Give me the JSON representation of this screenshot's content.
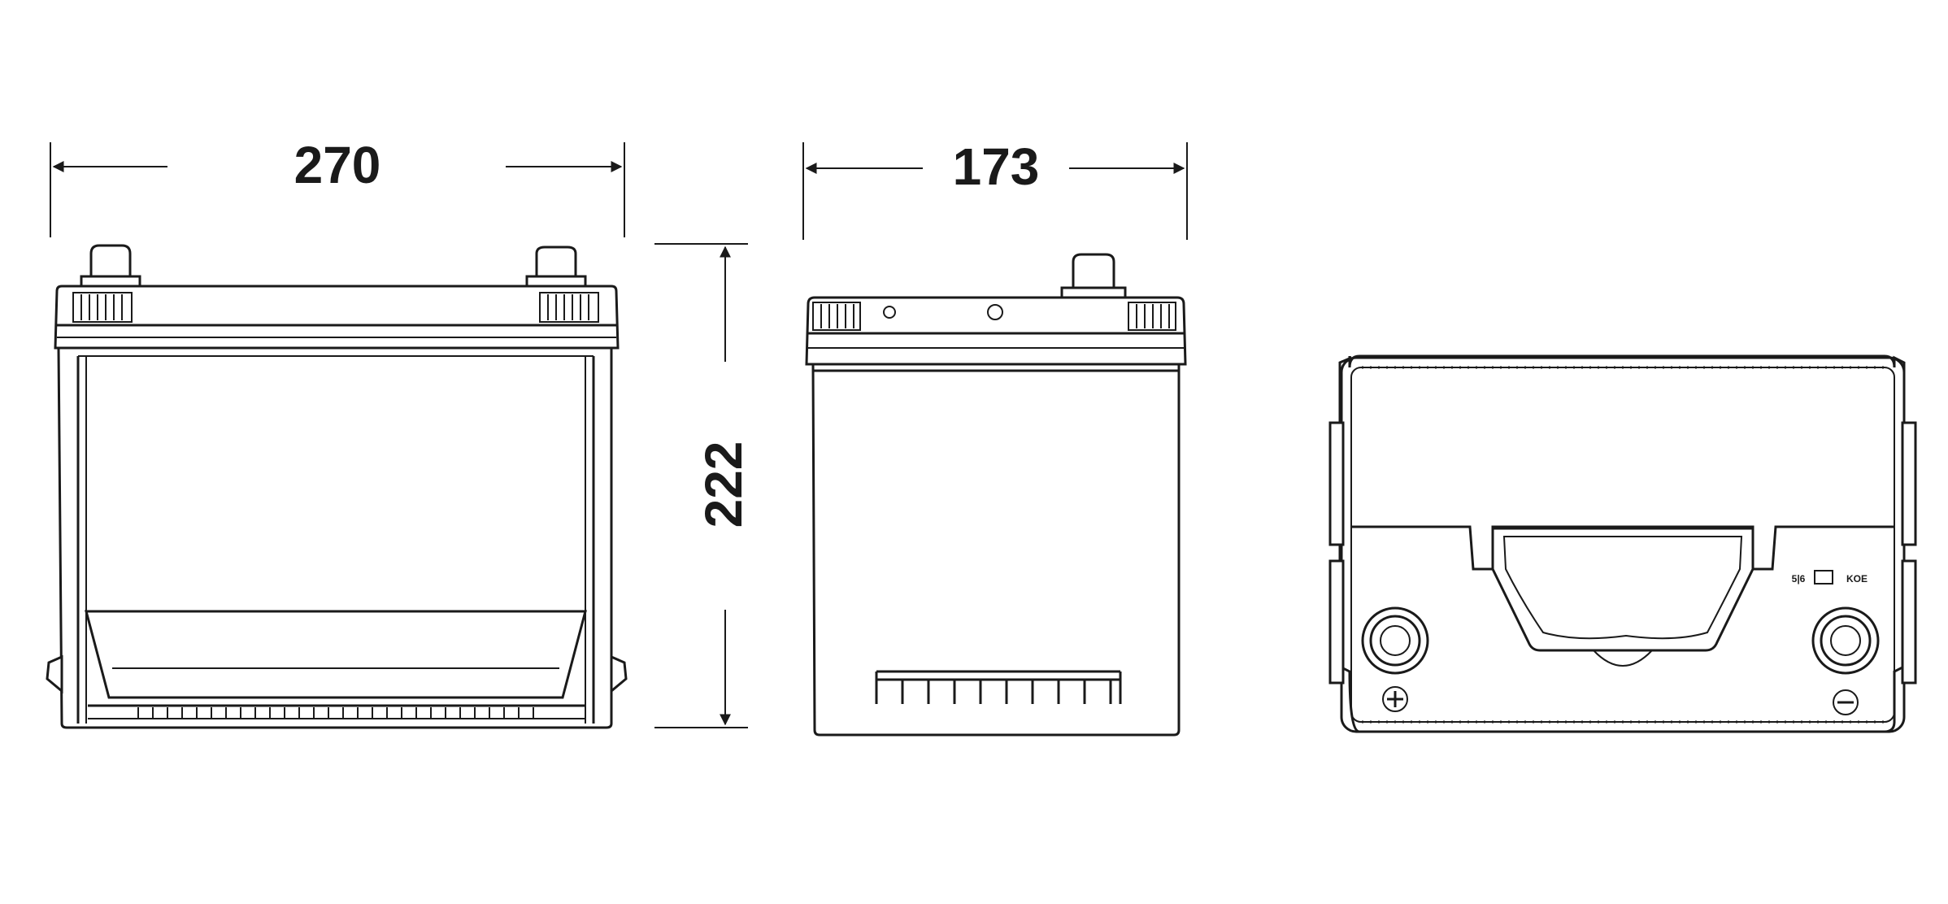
{
  "dimensions": {
    "length": "270",
    "width": "173",
    "height": "222"
  },
  "views": {
    "front": "front-view",
    "side": "side-view",
    "top": "top-view"
  },
  "top_view_markings": {
    "positive": "+",
    "negative": "−"
  }
}
